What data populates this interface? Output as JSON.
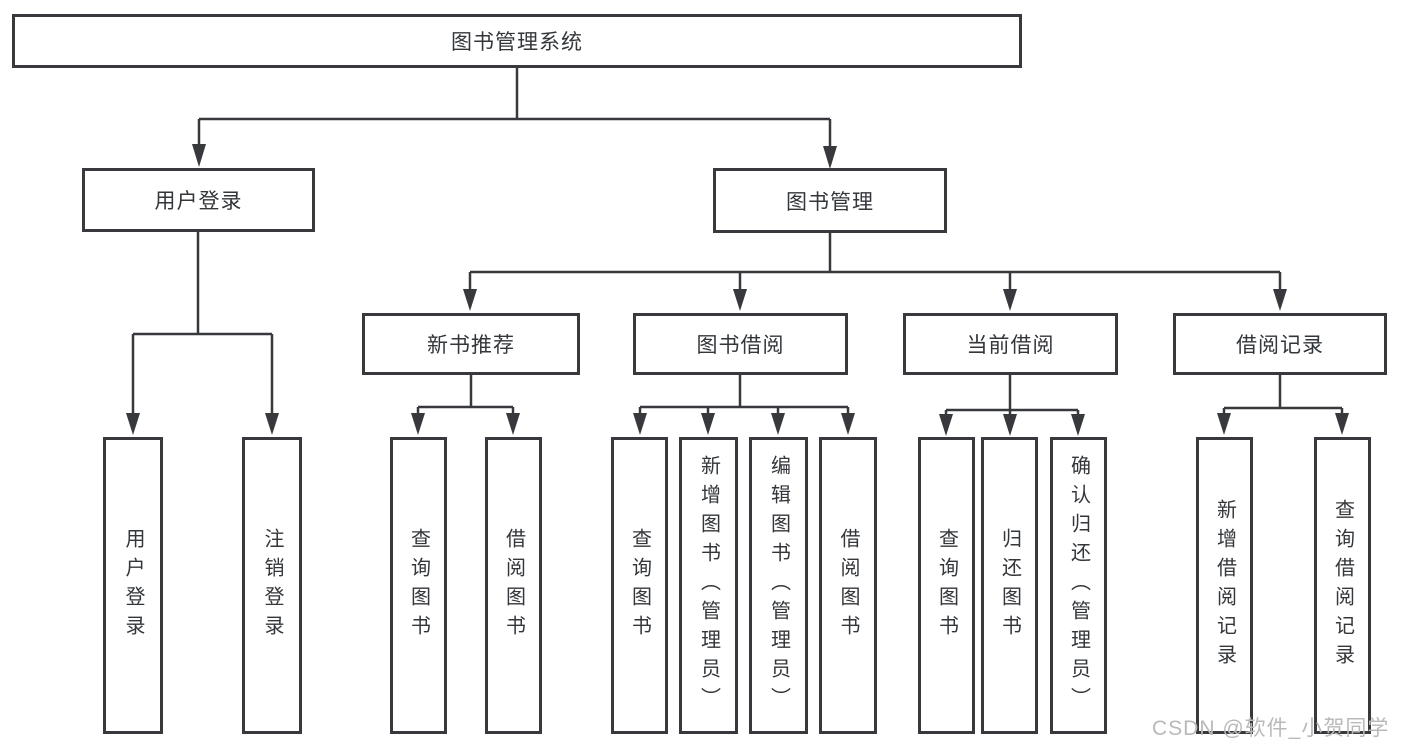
{
  "tree": {
    "label": "图书管理系统",
    "children": [
      {
        "label": "用户登录",
        "children": [
          {
            "label": "用户登录"
          },
          {
            "label": "注销登录"
          }
        ]
      },
      {
        "label": "图书管理",
        "children": [
          {
            "label": "新书推荐",
            "children": [
              {
                "label": "查询图书"
              },
              {
                "label": "借阅图书"
              }
            ]
          },
          {
            "label": "图书借阅",
            "children": [
              {
                "label": "查询图书"
              },
              {
                "label": "新增图书（管理员）"
              },
              {
                "label": "编辑图书（管理员）"
              },
              {
                "label": "借阅图书"
              }
            ]
          },
          {
            "label": "当前借阅",
            "children": [
              {
                "label": "查询图书"
              },
              {
                "label": "归还图书"
              },
              {
                "label": "确认归还（管理员）"
              }
            ]
          },
          {
            "label": "借阅记录",
            "children": [
              {
                "label": "新增借阅记录"
              },
              {
                "label": "查询借阅记录"
              }
            ]
          }
        ]
      }
    ]
  },
  "watermark": {
    "text": "CSDN @软件_小贺同学"
  },
  "colors": {
    "line": "#37393d",
    "text": "#33363a",
    "watermark": "#b9b9b9",
    "bg": "#ffffff"
  }
}
